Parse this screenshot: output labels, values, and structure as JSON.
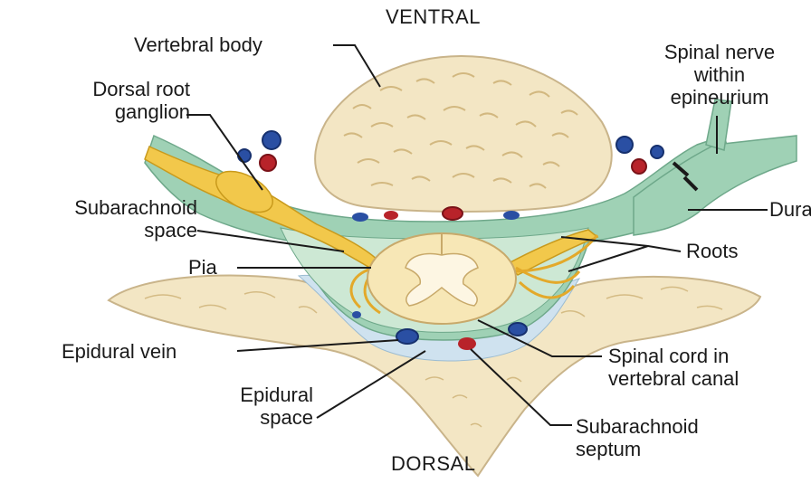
{
  "orientation": {
    "top": "VENTRAL",
    "bottom": "DORSAL"
  },
  "labels": {
    "vertebral_body": "Vertebral body",
    "dorsal_root_ganglion": "Dorsal root\nganglion",
    "spinal_nerve": "Spinal nerve\nwithin\nepineurium",
    "subarachnoid_space": "Subarachnoid\nspace",
    "dura": "Dura",
    "pia": "Pia",
    "roots": "Roots",
    "epidural_vein": "Epidural vein",
    "epidural_space": "Epidural\nspace",
    "spinal_cord": "Spinal cord in\nvertebral canal",
    "subarachnoid_septum": "Subarachnoid\nseptum"
  },
  "colors": {
    "bone": "#f3e6c4",
    "bone_outline": "#c9b48a",
    "bone_texture": "#c8a96a",
    "dura": "#9fd1b5",
    "subarachnoid": "#cde8d4",
    "epidural_space": "#cfe2ef",
    "nerve_root": "#f2c84b",
    "cord_white": "#f7e7b6",
    "cord_grey": "#fdf6e3",
    "vein": "#2a4fa3",
    "artery": "#b8232a",
    "line": "#1a1a1a"
  }
}
